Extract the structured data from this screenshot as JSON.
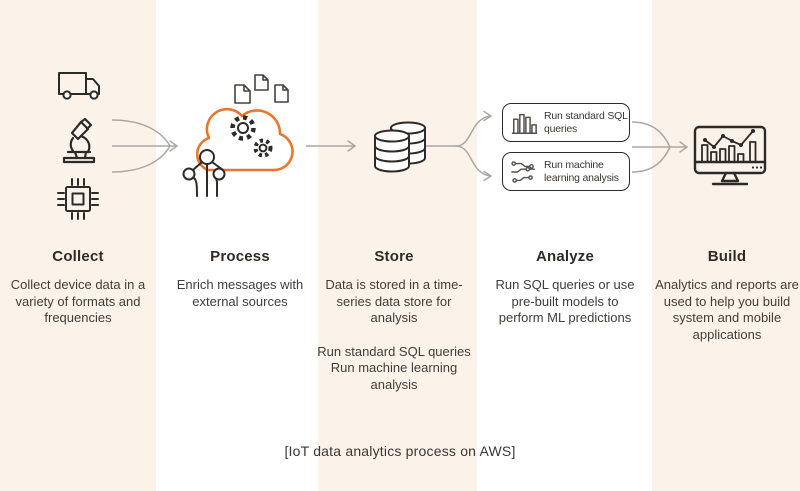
{
  "caption": "[IoT data analytics process on AWS]",
  "colors": {
    "stripe_cream": "#fbf3ea",
    "background_white": "#ffffff",
    "icon_stroke": "#2d2b28",
    "accent_orange": "#e8772d",
    "arrow_gray": "#aba7a1",
    "text_dark": "#3b3733"
  },
  "stages": {
    "collect": {
      "title": "Collect",
      "description": "Collect device data in a\nvariety of formats and\nfrequencies",
      "icons": [
        "truck-icon",
        "microscope-icon",
        "chip-icon"
      ]
    },
    "process": {
      "title": "Process",
      "description": "Enrich messages with\nexternal sources",
      "icons": [
        "documents-icon",
        "cloud-gears-icon",
        "iot-node-icon"
      ]
    },
    "store": {
      "title": "Store",
      "description": "Data is stored in a time-\nseries data store for\nanalysis",
      "description2": "Run standard SQL queries\nRun machine learning\nanalysis",
      "icons": [
        "database-icon"
      ]
    },
    "analyze": {
      "title": "Analyze",
      "description": "Run SQL queries or use\npre-built models to\nperform ML predictions",
      "boxes": [
        {
          "icon": "bar-chart-icon",
          "label": "Run standard SQL\nqueries"
        },
        {
          "icon": "machine-learning-icon",
          "label": "Run machine\nlearning analysis"
        }
      ]
    },
    "build": {
      "title": "Build",
      "description": "Analytics and reports are\nused to help you build\nsystem and mobile\napplications",
      "icons": [
        "monitor-chart-icon"
      ]
    }
  }
}
